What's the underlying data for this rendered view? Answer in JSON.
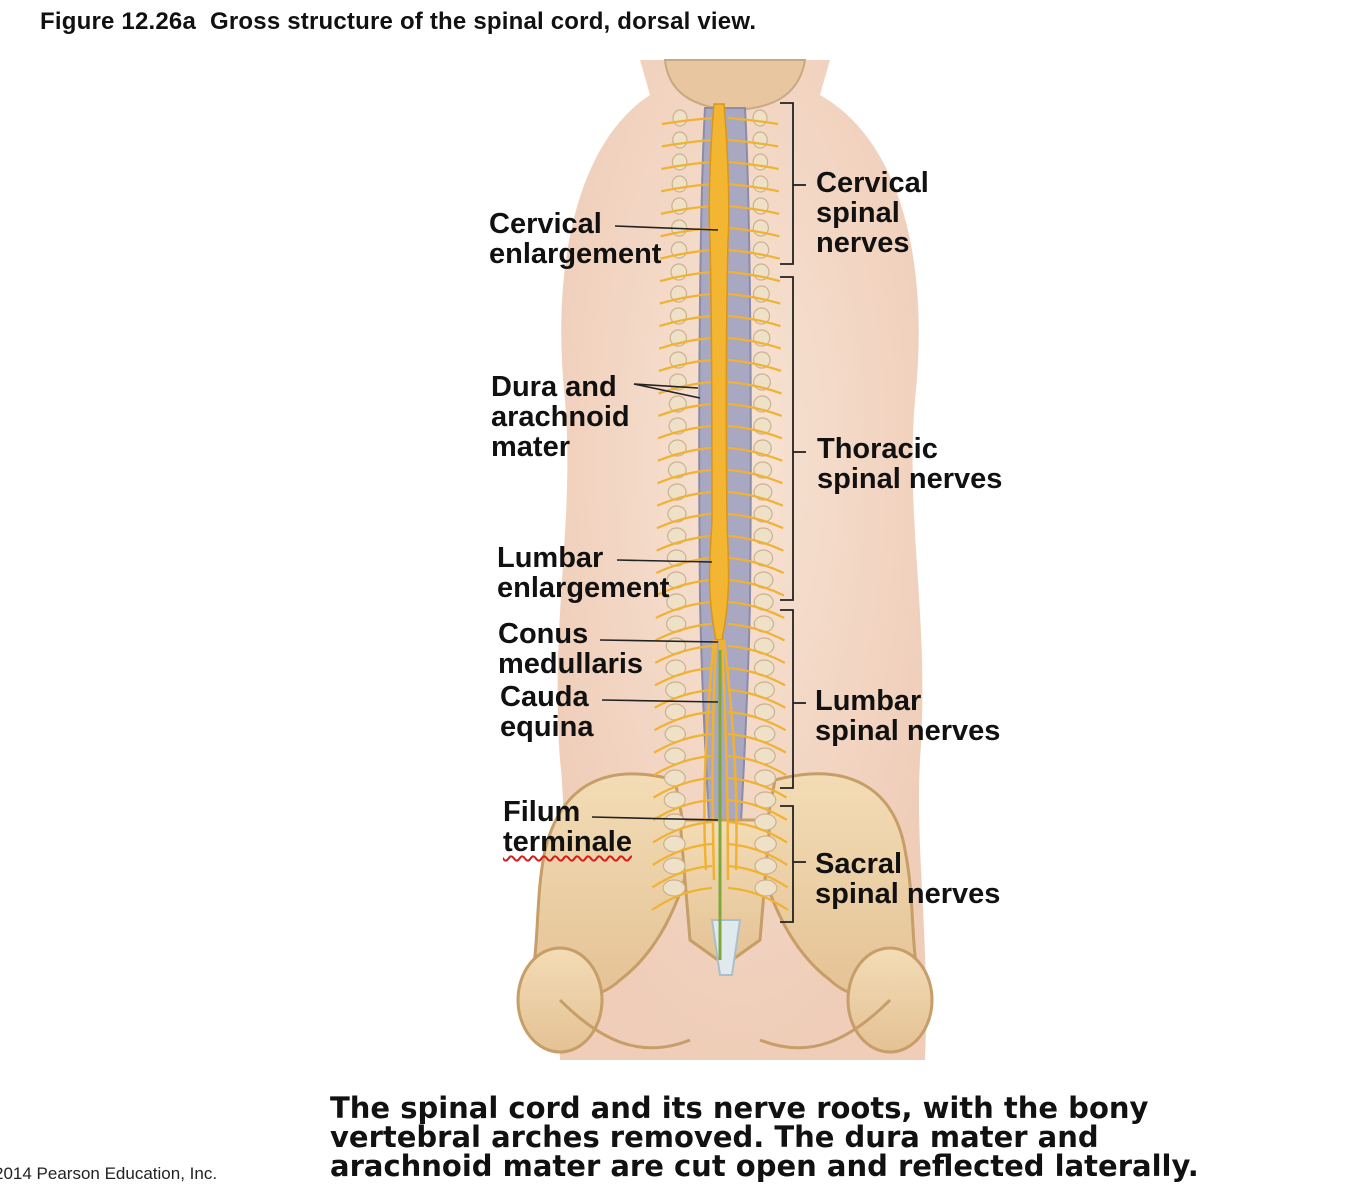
{
  "figure": {
    "number": "Figure 12.26a",
    "title": "Gross structure of the spinal cord, dorsal view."
  },
  "labels": {
    "cervical_enlargement": [
      "Cervical",
      "enlargement"
    ],
    "dura_arachnoid": [
      "Dura and",
      "arachnoid",
      "mater"
    ],
    "lumbar_enlargement": [
      "Lumbar",
      "enlargement"
    ],
    "conus_medullaris": [
      "Conus",
      "medullaris"
    ],
    "cauda_equina": [
      "Cauda",
      "equina"
    ],
    "filum_terminale": [
      "Filum",
      "terminale"
    ],
    "cervical_nerves": [
      "Cervical",
      "spinal",
      "nerves"
    ],
    "thoracic_nerves": [
      "Thoracic",
      "spinal nerves"
    ],
    "lumbar_nerves": [
      "Lumbar",
      "spinal nerves"
    ],
    "sacral_nerves": [
      "Sacral",
      "spinal nerves"
    ]
  },
  "caption": [
    "The spinal cord and its nerve roots, with the bony",
    "vertebral arches removed. The dura mater and",
    "arachnoid mater are cut open and reflected laterally."
  ],
  "copyright": "2014 Pearson Education, Inc.",
  "colors": {
    "skin": "#f4dccb",
    "bone": "#edd3a9",
    "nerve": "#f2b632",
    "dura": "#a8a7c2",
    "filum": "#7fa83a"
  }
}
